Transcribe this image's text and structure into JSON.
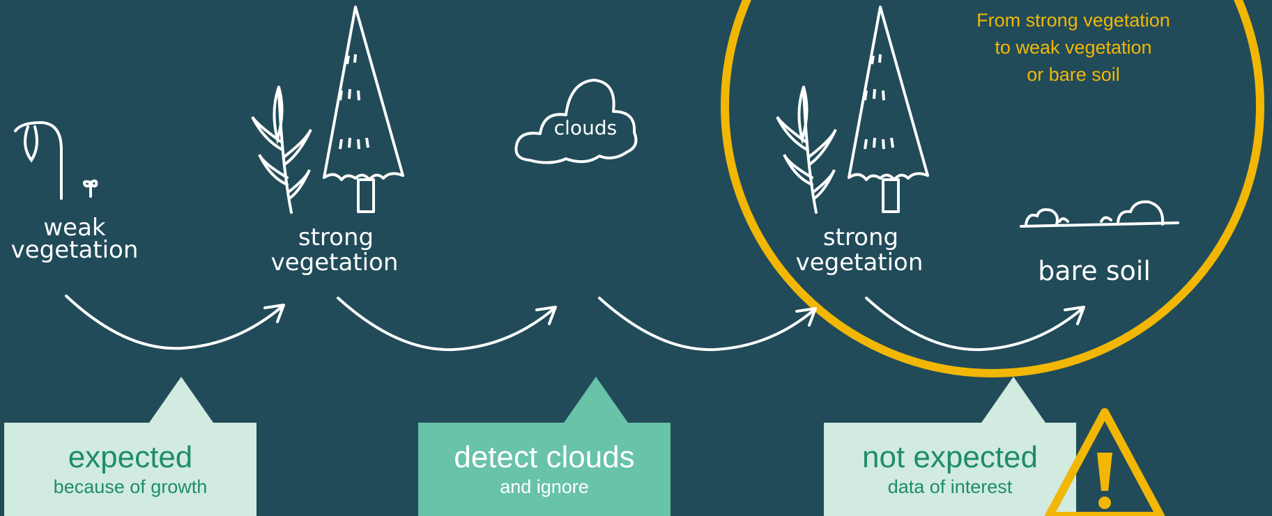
{
  "stages": {
    "weak_label_1": "weak",
    "weak_label_2": "vegetation",
    "strong_label_1": "strong",
    "strong_label_2": "vegetation",
    "clouds_label": "clouds",
    "strong2_label_1": "strong",
    "strong2_label_2": "vegetation",
    "bare_soil_label": "bare soil"
  },
  "change": {
    "line1": "From strong vegetation",
    "line2": "to weak vegetation",
    "line3": "or bare soil"
  },
  "boxes": {
    "expected": {
      "main": "expected",
      "sub": "because of growth"
    },
    "clouds": {
      "main": "detect clouds",
      "sub": "and ignore"
    },
    "not_expected": {
      "main": "not expected",
      "sub": "data of interest"
    }
  },
  "colors": {
    "background": "#214b59",
    "accent_yellow": "#f2b705",
    "light_green": "#d1ebe0",
    "mid_green": "#68c3a8",
    "text_green": "#1e8c6a"
  },
  "icons": [
    "sprout-icon",
    "leaf-icon",
    "pine-tree-icon",
    "cloud-icon",
    "rocks-icon",
    "warning-icon",
    "arrow-icon"
  ]
}
